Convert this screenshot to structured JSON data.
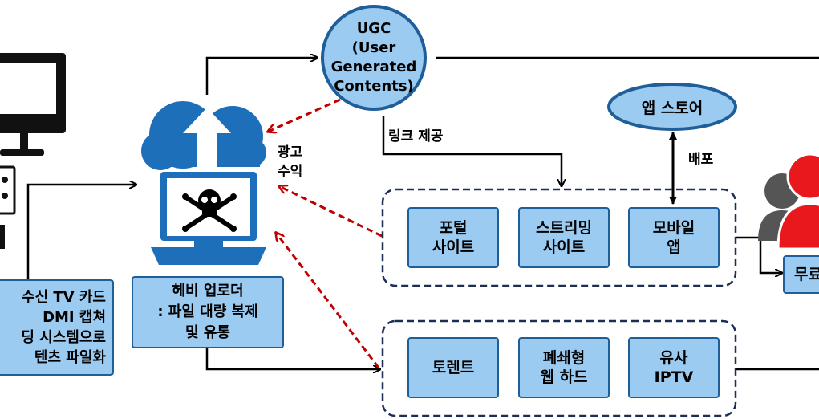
{
  "ugc": {
    "label": "UGC\n(User\nGenerated\nContents)"
  },
  "app_store": {
    "label": "앱 스토어"
  },
  "link_provide": {
    "label": "링크 제공"
  },
  "distribution": {
    "label": "배포"
  },
  "ad_revenue": {
    "label": "광고\n수익"
  },
  "left_box": {
    "label": "수신 TV 카드\nDMI 캡쳐\n딩 시스템으로\n텐츠 파일화"
  },
  "heavy_uploader": {
    "label": "헤비 업로더\n: 파일 대량 복제\n및 유통"
  },
  "top_group": {
    "items": [
      {
        "label": "포털\n사이트"
      },
      {
        "label": "스트리밍\n사이트"
      },
      {
        "label": "모바일\n앱"
      }
    ]
  },
  "bottom_group": {
    "items": [
      {
        "label": "토렌트"
      },
      {
        "label": "폐쇄형\n웹 하드"
      },
      {
        "label": "유사\nIPTV"
      }
    ]
  },
  "right_box": {
    "label": "무료"
  },
  "colors": {
    "box_fill": "#9ccbf2",
    "box_border": "#1f5f99",
    "dashed_red": "#c00000",
    "cloud_blue": "#1e6fba",
    "person_red": "#e8181c",
    "person_gray": "#555555"
  }
}
